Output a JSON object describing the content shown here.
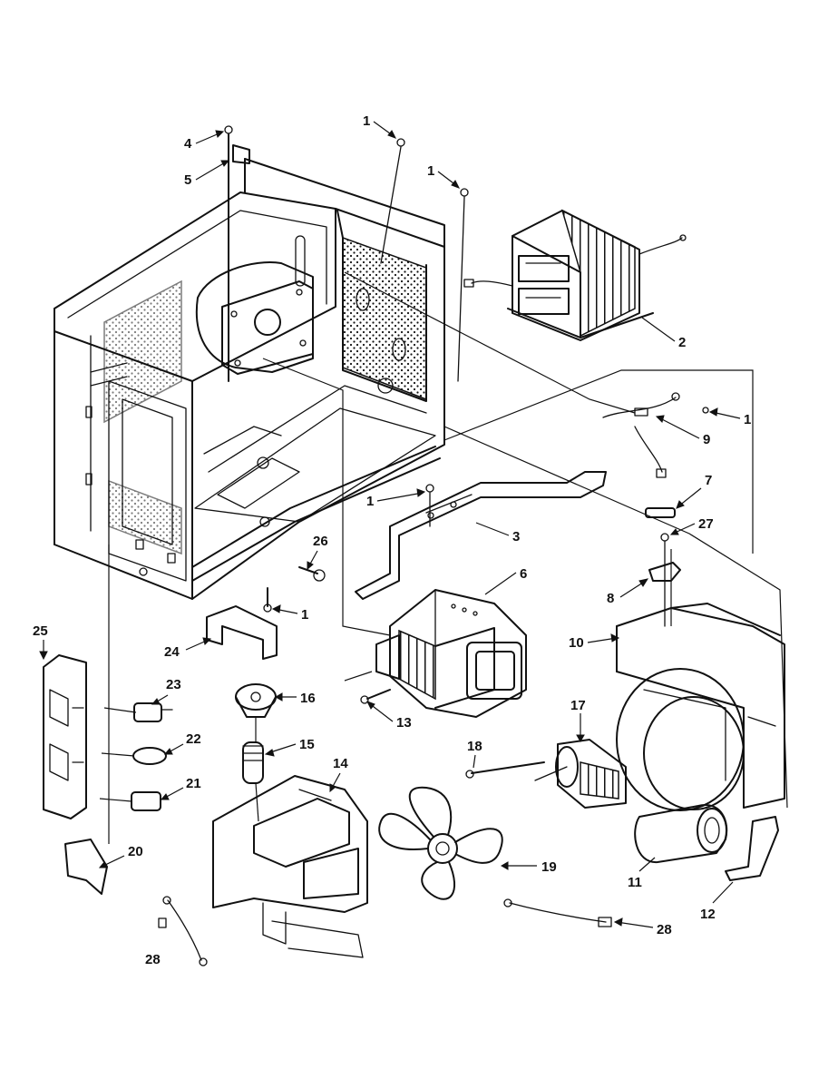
{
  "diagram": {
    "callouts": [
      {
        "part": "screw",
        "label": "1"
      },
      {
        "part": "screw",
        "label": "1"
      },
      {
        "part": "screw",
        "label": "1"
      },
      {
        "part": "screw",
        "label": "1"
      },
      {
        "part": "screw",
        "label": "1"
      },
      {
        "part": "transformer",
        "label": "2"
      },
      {
        "part": "bracket",
        "label": "3"
      },
      {
        "part": "screw",
        "label": "4"
      },
      {
        "part": "washer",
        "label": "5"
      },
      {
        "part": "magnetron",
        "label": "6"
      },
      {
        "part": "fuse",
        "label": "7"
      },
      {
        "part": "thermal-cutout",
        "label": "8"
      },
      {
        "part": "wire-harness",
        "label": "9"
      },
      {
        "part": "fan-shroud",
        "label": "10"
      },
      {
        "part": "capacitor",
        "label": "11"
      },
      {
        "part": "capacitor-bracket",
        "label": "12"
      },
      {
        "part": "screw",
        "label": "13"
      },
      {
        "part": "air-duct",
        "label": "14"
      },
      {
        "part": "coupler",
        "label": "15"
      },
      {
        "part": "stirrer-motor",
        "label": "16"
      },
      {
        "part": "fan-motor",
        "label": "17"
      },
      {
        "part": "screw",
        "label": "18"
      },
      {
        "part": "fan-blade",
        "label": "19"
      },
      {
        "part": "switch-lever",
        "label": "20"
      },
      {
        "part": "interlock-switch",
        "label": "21"
      },
      {
        "part": "interlock-switch",
        "label": "22"
      },
      {
        "part": "interlock-switch",
        "label": "23"
      },
      {
        "part": "mount",
        "label": "24"
      },
      {
        "part": "latch-board",
        "label": "25"
      },
      {
        "part": "nut",
        "label": "26"
      },
      {
        "part": "screw",
        "label": "27"
      },
      {
        "part": "diode",
        "label": "28"
      },
      {
        "part": "diode",
        "label": "28"
      }
    ]
  }
}
